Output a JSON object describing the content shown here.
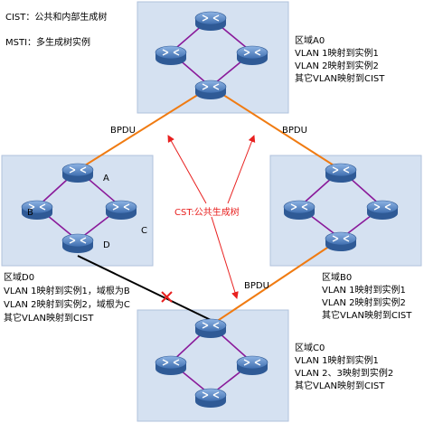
{
  "legend": {
    "cist": "CIST：公共和内部生成树",
    "msti": "MSTI：多生成树实例"
  },
  "cst_label": "CST:公共生成树",
  "bpdu_labels": [
    "BPDU",
    "BPDU",
    "BPDU"
  ],
  "regions": {
    "a0": {
      "name": "区域A0",
      "lines": [
        "VLAN 1映射到实例1",
        "VLAN 2映射到实例2",
        "其它VLAN映射到CIST"
      ]
    },
    "b0": {
      "name": "区域B0",
      "lines": [
        "VLAN 1映射到实例1",
        "VLAN 2映射到实例2",
        "其它VLAN映射到CIST"
      ]
    },
    "c0": {
      "name": "区域C0",
      "lines": [
        "VLAN 1映射到实例1",
        "VLAN 2、3映射到实例2",
        "其它VLAN映射到CIST"
      ]
    },
    "d0": {
      "name": "区域D0",
      "lines": [
        "VLAN 1映射到实例1，域根为B",
        "VLAN 2映射到实例2，域根为C",
        "其它VLAN映射到CIST"
      ]
    }
  },
  "d0_switch_labels": [
    "A",
    "B",
    "C",
    "D"
  ],
  "colors": {
    "region_fill": "#d5e1f1",
    "region_stroke": "#b0c2dc",
    "ring_link": "#8a1a9a",
    "cst_link": "#f07b12",
    "blocked_link": "#000000",
    "block_mark": "#e8201f",
    "cst_arrow": "#e8201f",
    "switch_body": "#4a78b8"
  }
}
